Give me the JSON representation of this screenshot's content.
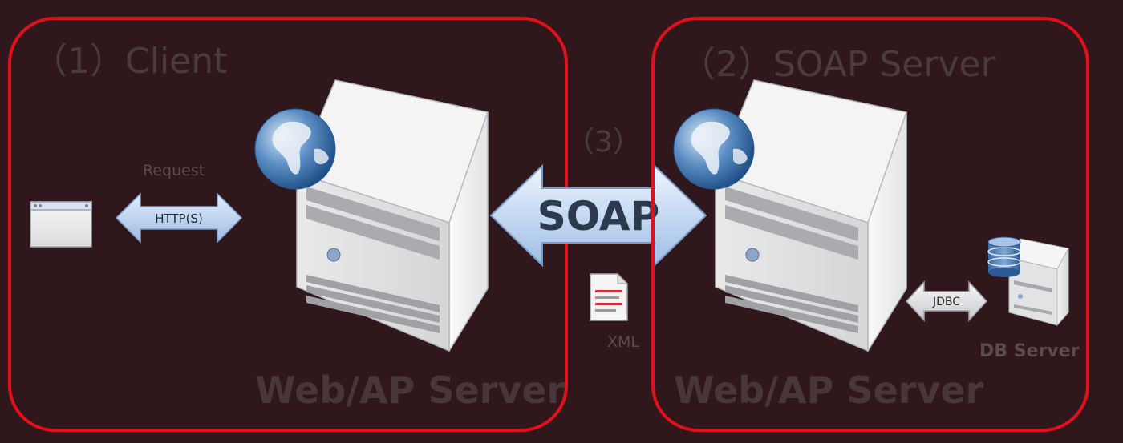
{
  "client": {
    "title": "（1）Client",
    "request_label": "Request",
    "http_label": "HTTP(S)",
    "server_label": "Web/AP Server"
  },
  "middle": {
    "step_label": "（3）",
    "soap_label": "SOAP",
    "xml_label": "XML"
  },
  "soap_server": {
    "title": "（2）SOAP Server",
    "server_label": "Web/AP Server",
    "jdbc_label": "JDBC",
    "db_label": "DB Server"
  },
  "icons": {
    "browser": "browser-window-icon",
    "globe": "globe-icon",
    "server": "server-tower-icon",
    "document": "xml-document-icon",
    "database": "database-icon"
  },
  "colors": {
    "border": "#e0101c",
    "background": "#2f171b",
    "arrow": "#bcd3f0"
  }
}
